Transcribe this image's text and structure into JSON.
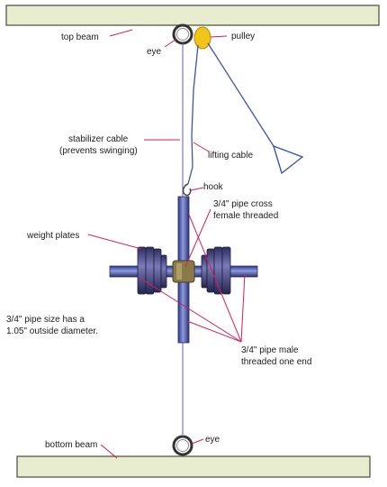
{
  "labels": {
    "top_beam": "top beam",
    "eye_top": "eye",
    "pulley": "pulley",
    "stabilizer_cable_1": "stabilizer cable",
    "stabilizer_cable_2": "(prevents swinging)",
    "lifting_cable": "lifting cable",
    "hook": "hook",
    "cross_1": "3/4\" pipe cross",
    "cross_2": "female threaded",
    "weight_plates": "weight plates",
    "pipe_size_1": "3/4\" pipe size has a",
    "pipe_size_2": "1.05\" outside diameter.",
    "male_1": "3/4\" pipe male",
    "male_2": "threaded one end",
    "bottom_beam": "bottom beam",
    "eye_bottom": "eye"
  },
  "colors": {
    "beam_fill": "#e9edcf",
    "beam_stroke": "#4a4a3a",
    "pulley": "#f0c419",
    "cable": "#3d55a8",
    "leader": "#d11f5c",
    "pipe_fill": "#5d6fc4",
    "pipe_dark": "#2a3170",
    "plate_fill": "#4e4e8c",
    "cross_fill": "#8a7a4a"
  }
}
